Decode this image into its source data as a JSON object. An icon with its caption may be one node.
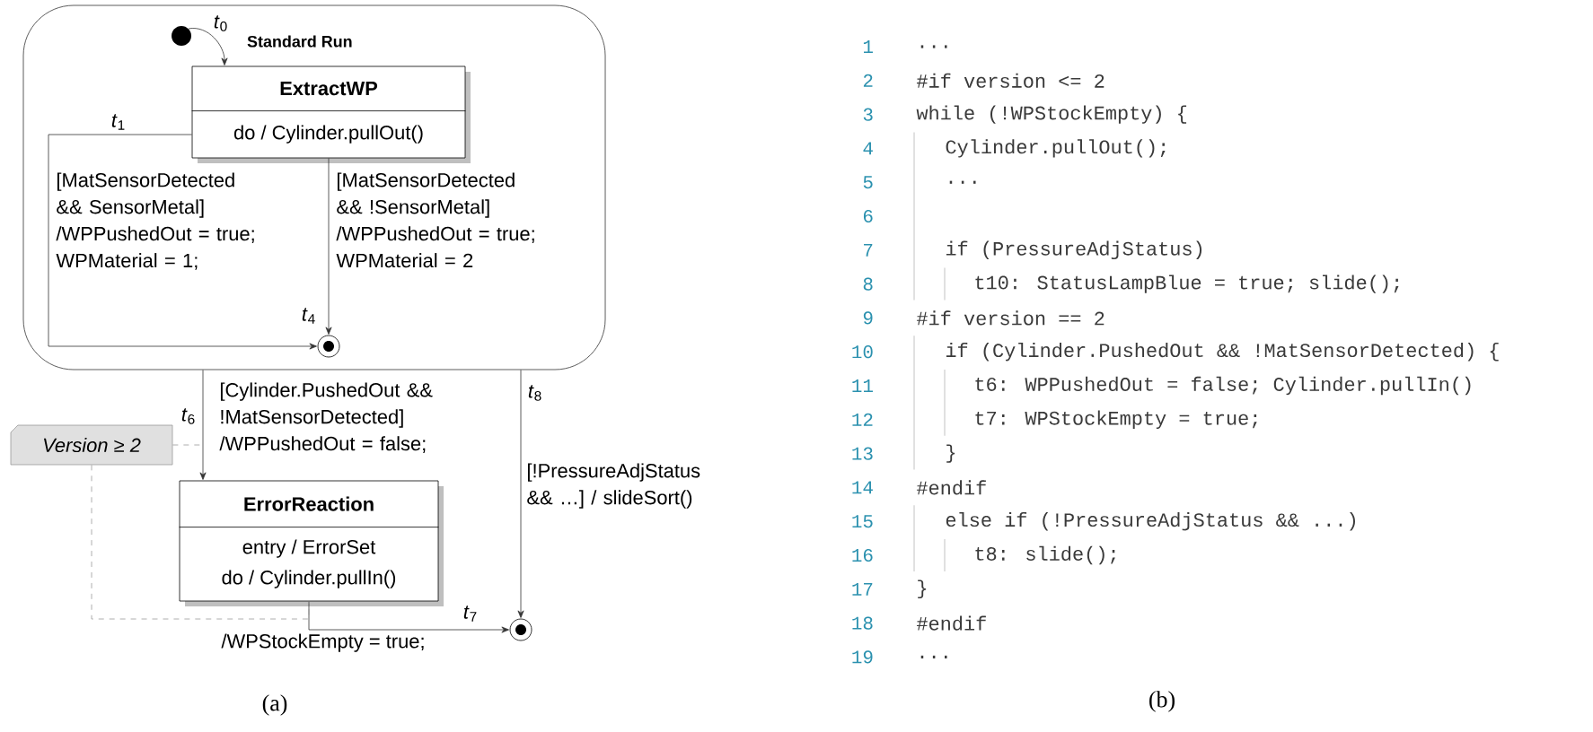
{
  "diagram": {
    "nodes": [
      {
        "text": [
          "Standard Run"
        ]
      },
      {
        "text": [],
        "shape": "circle",
        "in": 0
      },
      {
        "text": [
          "ExtractWP",
          "do / Cylinder.pullOut()"
        ],
        "in": 0
      },
      {
        "text": [],
        "shape": "circle",
        "in": 0
      },
      {
        "text": [
          "ErrorReaction",
          "entry / ErrorSet",
          "do / Cylinder.pullIn()"
        ]
      },
      {
        "text": [],
        "shape": "circle"
      },
      {
        "text": [
          "Version ≥ 2"
        ]
      }
    ],
    "edges": [
      {
        "from": 1,
        "to": 2,
        "arrow": "to"
      },
      {
        "from": 2,
        "to": 3,
        "arrow": "to",
        "label": "[MatSensorDetected && SensorMetal] /WPPushedOut = true; WPMaterial = 1;"
      },
      {
        "from": 2,
        "to": 3,
        "arrow": "to",
        "label": "[MatSensorDetected && !SensorMetal] /WPPushedOut = true; WPMaterial = 2"
      },
      {
        "from": 0,
        "to": 4,
        "arrow": "to",
        "label": "[Cylinder.PushedOut && !MatSensorDetected] /WPPushedOut = false;"
      },
      {
        "from": 0,
        "to": 5,
        "arrow": "to",
        "label": "[!PressureAdjStatus && …] / slideSort()"
      },
      {
        "from": 4,
        "to": 5,
        "arrow": "to",
        "label": "/WPStockEmpty = true;"
      },
      {
        "from": 6,
        "to": null,
        "arrow": "none",
        "style": "dashed",
        "color": "#999999"
      },
      {
        "from": 6,
        "to": 4,
        "arrow": "none",
        "style": "dashed",
        "color": "#999999"
      }
    ],
    "labels": [
      "*t*$_{0}$",
      "*t*$_{1}$",
      "*t*$_{4}$",
      "*t*$_{6}$",
      "*t*$_{8}$",
      "*t*$_{7}$",
      "(a)",
      "1",
      "...",
      "2",
      "#if version <= 2",
      "3",
      "while (!WPStockEmpty) {",
      "4",
      "Cylinder.pullOut();",
      "5",
      "...",
      "6",
      "7",
      "if (PressureAdjStatus)",
      "8",
      "t10: StatusLampBlue = true; slide();",
      "9",
      "#if version == 2",
      "10",
      "if (Cylinder.PushedOut && !MatSensorDetected) {",
      "11",
      "t6: WPPushedOut = false; Cylinder.pullIn()",
      "12",
      "t7: WPStockEmpty = true;",
      "13",
      "}",
      "14",
      "#endif",
      "15",
      "else if (!PressureAdjStatus && ...)",
      "16",
      "t8: slide();",
      "17",
      "}",
      "18",
      "#endif",
      "19",
      "...",
      "(b)"
    ]
  }
}
